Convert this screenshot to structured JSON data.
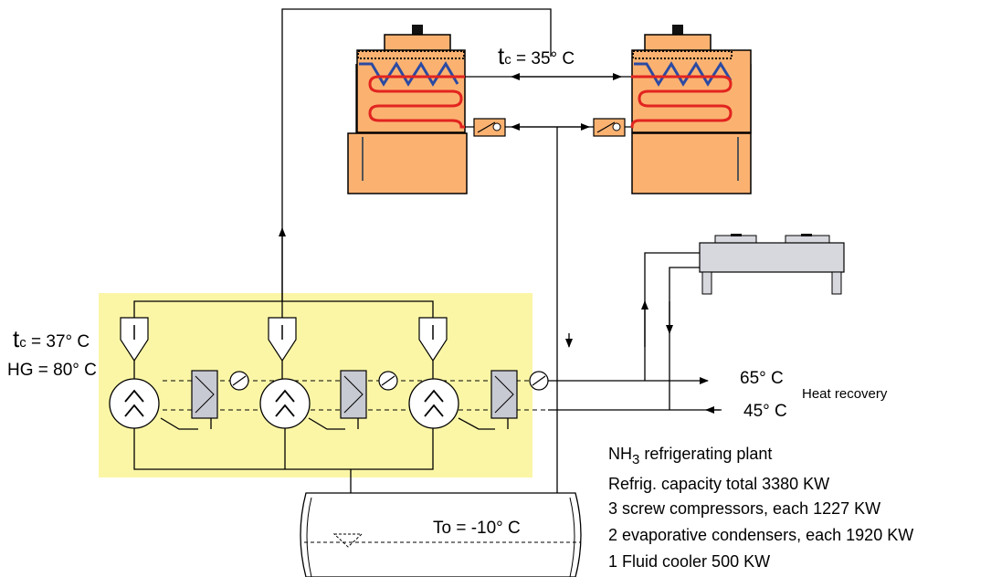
{
  "condenser_label": {
    "t": "t",
    "sub": "c",
    "val": " = 35° C"
  },
  "compressor_label": {
    "t": "t",
    "sub": "c",
    "val": " = 37° C"
  },
  "hot_gas_label": "HG = 80° C",
  "separator_label": "To = -10° C",
  "heat_recovery": {
    "supply_temp": "65° C",
    "return_temp": "45° C",
    "label": "Heat recovery"
  },
  "plant_notes": {
    "title": {
      "prefix": "NH",
      "sub": "3",
      "suffix": " refrigerating plant"
    },
    "lines": [
      "Refrig. capacity total 3380 KW",
      "3 screw compressors, each 1227 KW",
      "2 evaporative condensers, each 1920 KW",
      "1 Fluid cooler 500 KW"
    ]
  },
  "colors": {
    "highlight": "#fbf6a6",
    "condenser_body": "#fbb271",
    "coil_red": "#e2241f",
    "coil_blue": "#2b4aa3",
    "exchanger_fill": "#c8cad3"
  }
}
